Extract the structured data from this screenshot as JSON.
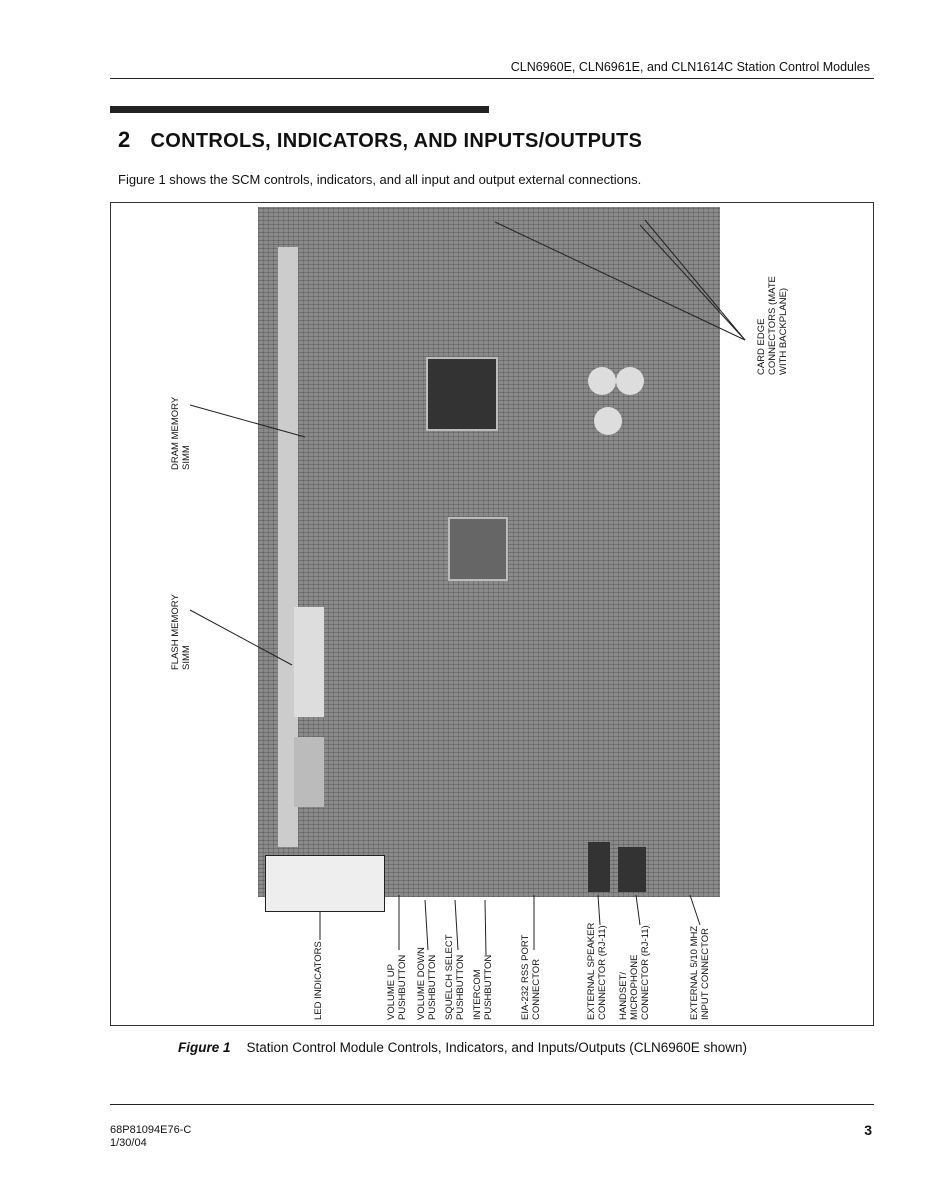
{
  "header": {
    "title": "CLN6960E, CLN6961E, and CLN1614C Station Control Modules"
  },
  "section": {
    "number": "2",
    "title": "CONTROLS, INDICATORS, AND INPUTS/OUTPUTS",
    "intro": "Figure 1 shows the SCM controls, indicators, and all input and output external connections."
  },
  "figure": {
    "labels": {
      "dram": [
        "DRAM MEMORY",
        "SIMM"
      ],
      "flash": [
        "FLASH MEMORY",
        "SIMM"
      ],
      "card_edge": [
        "CARD EDGE",
        "CONNECTORS (MATE",
        "WITH BACKPLANE)"
      ],
      "led": [
        "LED INDICATORS"
      ],
      "vol_up": [
        "VOLUME UP",
        "PUSHBUTTON"
      ],
      "vol_down": [
        "VOLUME DOWN",
        "PUSHBUTTON"
      ],
      "squelch": [
        "SQUELCH SELECT",
        "PUSHBUTTON"
      ],
      "intercom": [
        "INTERCOM",
        "PUSHBUTTON"
      ],
      "eia": [
        "EIA-232 RSS PORT",
        "CONNECTOR"
      ],
      "speaker": [
        "EXTERNAL SPEAKER",
        "CONNECTOR (RJ-11)"
      ],
      "handset": [
        "HANDSET/",
        "MICROPHONE",
        "CONNECTOR (RJ-11)"
      ],
      "ext_ref": [
        "EXTERNAL 5/10 MHZ",
        "INPUT CONNECTOR"
      ]
    },
    "caption_label": "Figure 1",
    "caption": "Station Control Module Controls, Indicators, and Inputs/Outputs (CLN6960E shown)"
  },
  "footer": {
    "doc_number": "68P81094E76-C",
    "date": "1/30/04",
    "page": "3"
  }
}
